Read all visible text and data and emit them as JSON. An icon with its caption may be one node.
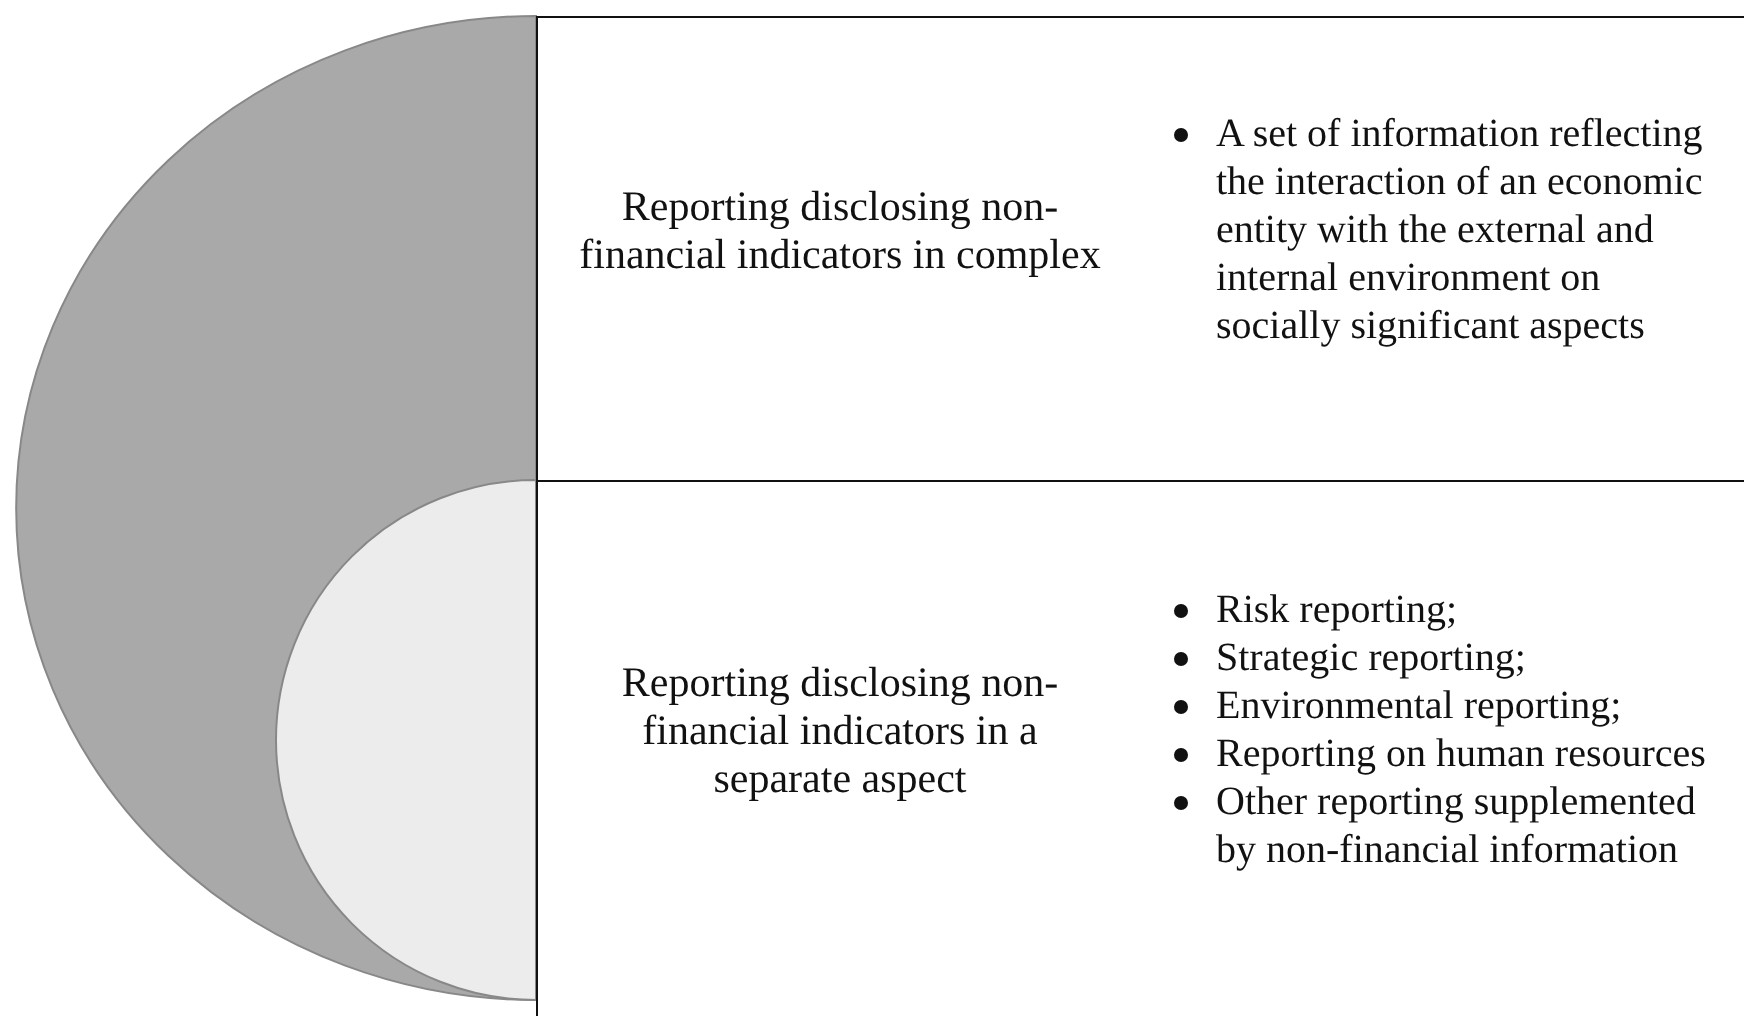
{
  "diagram": {
    "nodes": [
      {
        "text": [],
        "shape": "circle"
      },
      {
        "text": [],
        "shape": "circle",
        "in": 0
      },
      {
        "text": [
          "Reporting disclosing non-financial indicators in complex",
          "A set of information reflecting the interaction of an economic entity with the external and internal environment on socially significant aspects"
        ]
      },
      {
        "text": [
          "Reporting disclosing non-financial indicators in a separate aspect",
          "Risk reporting;",
          "Strategic reporting;",
          "Environmental reporting;",
          "Reporting on human resources",
          "Other reporting supplemented by non-financial information"
        ]
      }
    ]
  }
}
